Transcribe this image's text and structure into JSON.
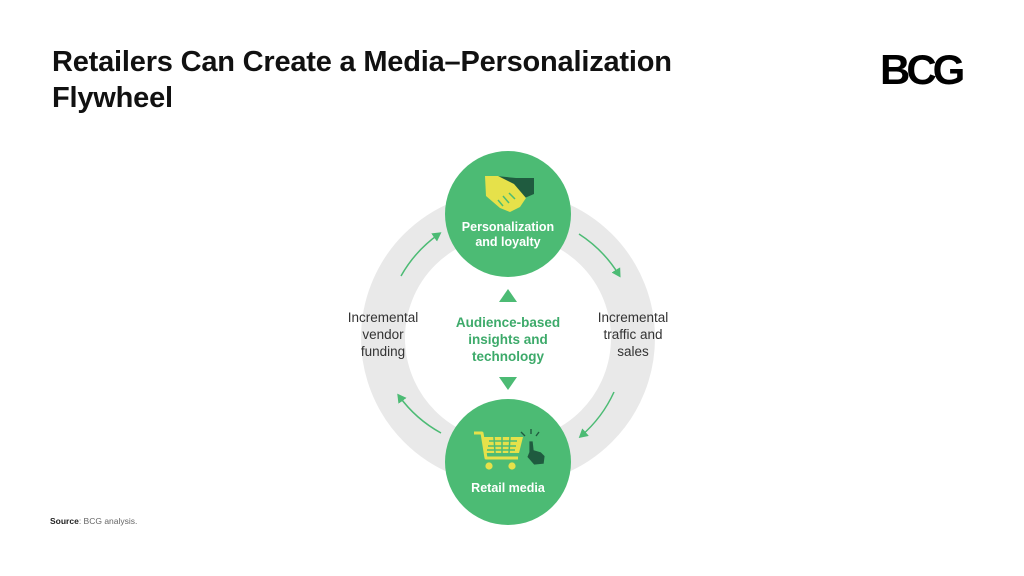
{
  "title": {
    "line1": "Retailers Can Create a Media–Personalization",
    "line2": "Flywheel"
  },
  "logo": {
    "text": "BCG",
    "icon": "bcg-logo"
  },
  "diagram": {
    "top_node": {
      "label_line1": "Personalization",
      "label_line2": "and loyalty",
      "icon": "handshake-icon"
    },
    "bottom_node": {
      "label": "Retail media",
      "icon": "shopping-cart-icon"
    },
    "center": {
      "line1": "Audience-based",
      "line2": "insights and",
      "line3": "technology"
    },
    "right": {
      "line1": "Incremental",
      "line2": "traffic and",
      "line3": "sales"
    },
    "left": {
      "line1": "Incremental",
      "line2": "vendor",
      "line3": "funding"
    },
    "colors": {
      "node": "#4cbb74",
      "ring": "#e9e9e9",
      "arrow": "#4cbb74",
      "icon_yellow": "#e6e14a",
      "icon_dark": "#1f5b3f"
    }
  },
  "source": {
    "label": "Source",
    "text": ": BCG analysis."
  }
}
